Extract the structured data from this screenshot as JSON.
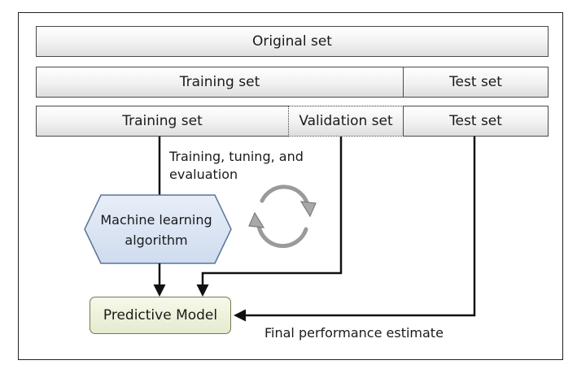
{
  "rows": {
    "original_label": "Original set",
    "split": {
      "training_label": "Training set",
      "test_label": "Test set"
    },
    "three_way": {
      "training_label": "Training set",
      "validation_label": "Validation set",
      "test_label": "Test set"
    }
  },
  "process_label_line1": "Training, tuning, and",
  "process_label_line2": "evaluation",
  "algorithm": {
    "line1": "Machine learning",
    "line2": "algorithm"
  },
  "model_label": "Predictive Model",
  "final_label": "Final performance estimate",
  "colors": {
    "hexagon_fill": "#dce6f4",
    "hexagon_stroke": "#5a7396",
    "model_fill": "#eef2dc",
    "model_stroke": "#6e7a55",
    "cycle_arrow": "#9a9a9a",
    "line": "#111111"
  },
  "icons": [
    "cycle-arrows-icon",
    "arrow-down-icon",
    "arrow-left-icon"
  ]
}
